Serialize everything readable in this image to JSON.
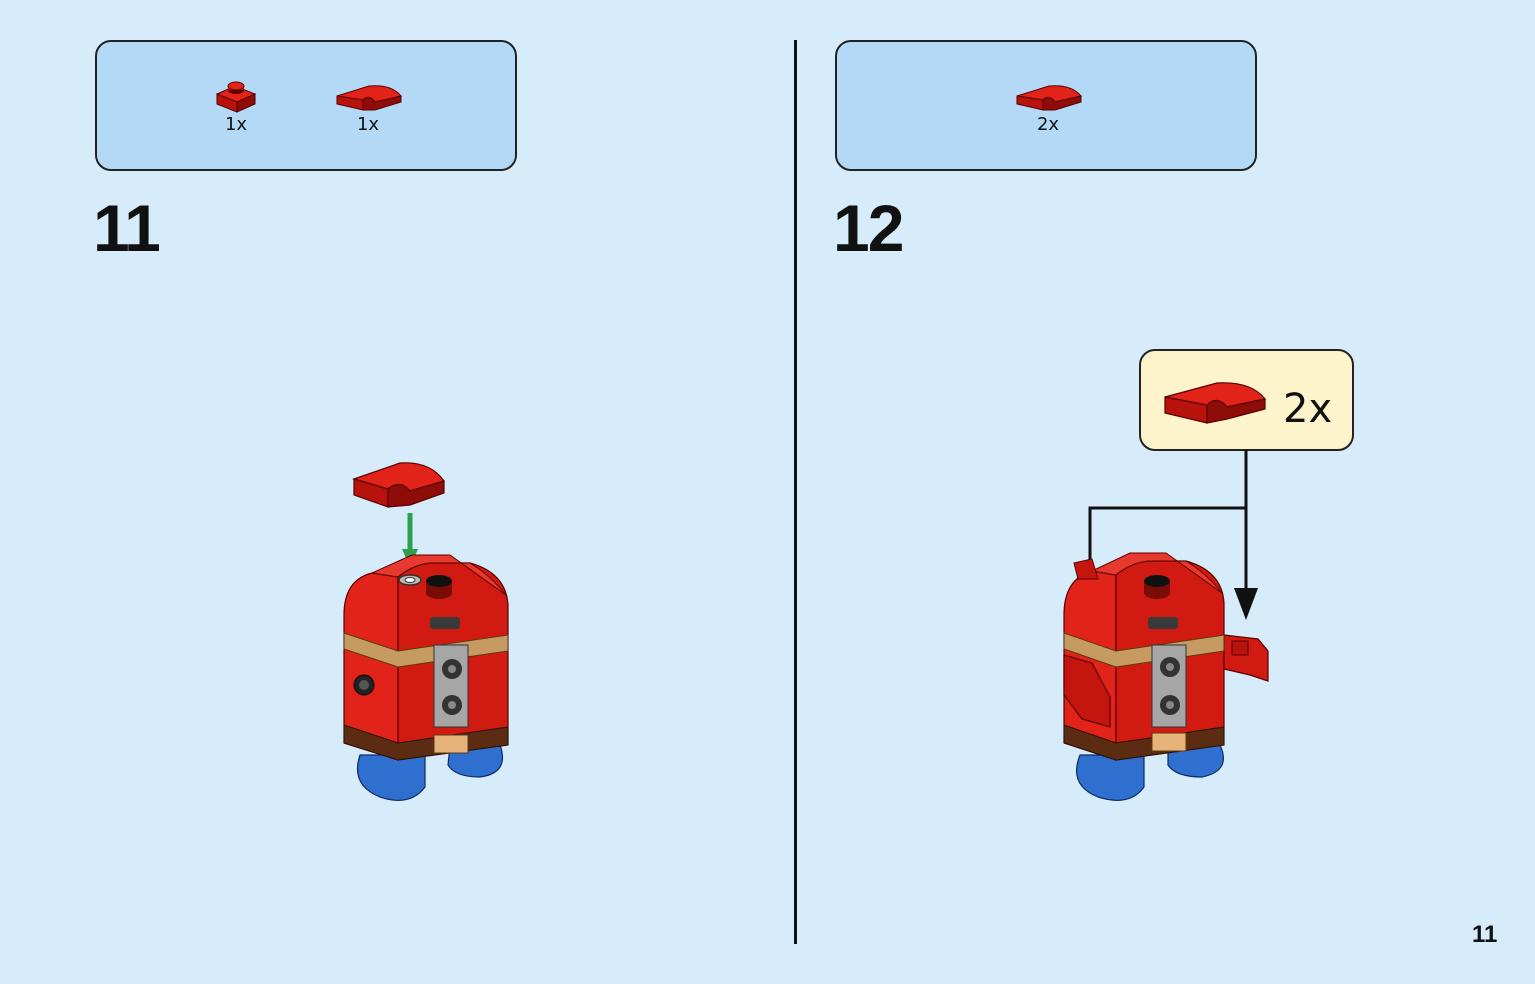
{
  "steps": [
    {
      "number": "11",
      "parts": [
        {
          "icon": "red-round-plate-1x1-icon",
          "qty": "1x"
        },
        {
          "icon": "red-curved-slope-icon",
          "qty": "1x"
        }
      ]
    },
    {
      "number": "12",
      "parts": [
        {
          "icon": "red-curved-slope-icon",
          "qty": "2x"
        }
      ],
      "callout": {
        "icon": "red-curved-slope-icon",
        "qty": "2x"
      }
    }
  ],
  "page_number": "11",
  "colors": {
    "background": "#d6ecfa",
    "parts_box": "#b4d9f6",
    "callout": "#fdf4cc",
    "brick_red": "#d9140e",
    "arrow_green": "#2e9e4f",
    "feet_blue": "#2f6fd0"
  }
}
